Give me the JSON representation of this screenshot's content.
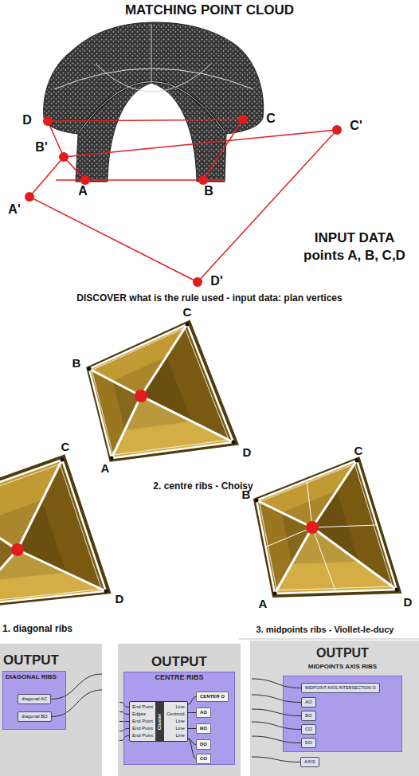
{
  "diagram": {
    "title": "MATCHING POINT CLOUD",
    "nodes": [
      {
        "text": [
          "OUTPUT",
          "DIAGONAL RIBS"
        ]
      },
      {
        "text": [
          "diagonal AC"
        ],
        "in": 0
      },
      {
        "text": [
          "diagonal BD"
        ],
        "in": 0
      },
      {
        "text": [
          "OUTPUT",
          "CENTRE RIBS"
        ]
      },
      {
        "text": [
          "End Point",
          "Edges",
          "End Point",
          "End Point",
          "End Point",
          "Cluster",
          "Line",
          "Centroid",
          "Line",
          "Line",
          "Line"
        ],
        "in": 3
      },
      {
        "text": [
          "CENTER O"
        ],
        "in": 3
      },
      {
        "text": [
          "AO"
        ],
        "in": 3
      },
      {
        "text": [
          "BO"
        ],
        "in": 3
      },
      {
        "text": [
          "DO"
        ],
        "in": 3
      },
      {
        "text": [
          "CO"
        ],
        "in": 3
      },
      {
        "text": [
          "OUTPUT",
          "MIDPOINTS AXIS RIBS"
        ]
      },
      {
        "text": [
          "MIDPOINT AXIS INTERSECTION O"
        ],
        "in": 10
      },
      {
        "text": [
          "AO"
        ],
        "in": 10
      },
      {
        "text": [
          "BO"
        ],
        "in": 10
      },
      {
        "text": [
          "CO"
        ],
        "in": 10
      },
      {
        "text": [
          "DO"
        ],
        "in": 10
      },
      {
        "text": [
          "AXIS"
        ]
      }
    ],
    "edges": [
      {
        "from": 4,
        "to": 5,
        "arrow": "none"
      },
      {
        "from": 4,
        "to": 6,
        "arrow": "none"
      },
      {
        "from": 4,
        "to": 7,
        "arrow": "none"
      },
      {
        "from": 4,
        "to": 8,
        "arrow": "none"
      },
      {
        "from": 4,
        "to": 9,
        "arrow": "none"
      }
    ],
    "labels": [
      "D",
      "C",
      "B'",
      "A",
      "B",
      "C'",
      "A'",
      "D'",
      "INPUT DATA",
      "points A, B, C,D",
      "DISCOVER what is the rule used - input data: plan vertices",
      "C",
      "B",
      "A",
      "D",
      "2. centre ribs - Choisy",
      "C",
      "D",
      "1. diagonal ribs",
      "C",
      "B",
      "A",
      "D",
      "3. midpoints ribs - Viollet-le-ducy"
    ]
  }
}
